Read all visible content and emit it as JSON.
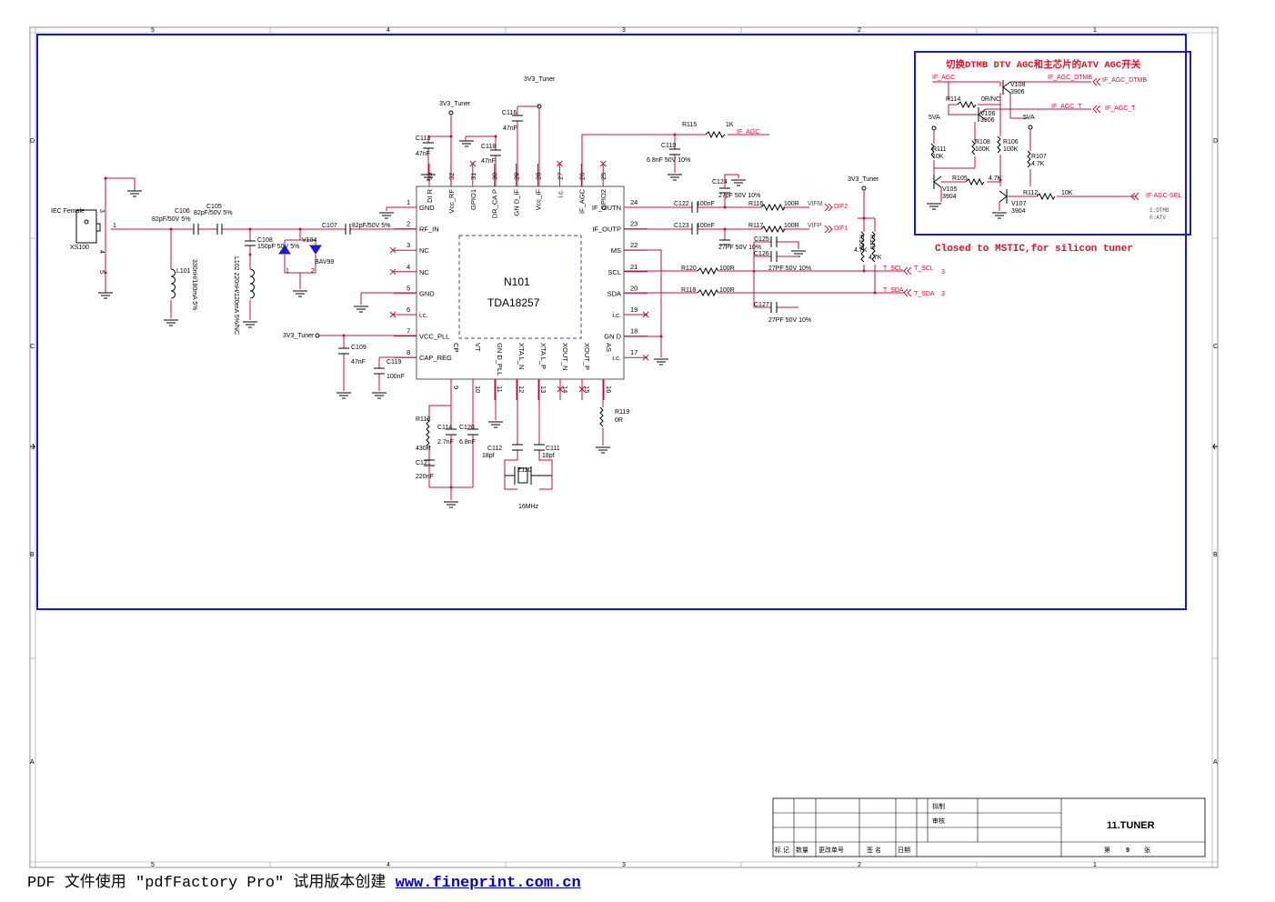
{
  "ruler": {
    "top": [
      "5",
      "4",
      "3",
      "2",
      "1"
    ],
    "side": [
      "D",
      "C",
      "B",
      "A"
    ]
  },
  "chip": {
    "ref": "N101",
    "part": "TDA18257",
    "left_pins": [
      {
        "num": "1",
        "name": "GND"
      },
      {
        "num": "2",
        "name": "RF_IN"
      },
      {
        "num": "3",
        "name": "NC"
      },
      {
        "num": "4",
        "name": "NC"
      },
      {
        "num": "5",
        "name": "GND"
      },
      {
        "num": "6",
        "name": "i.c."
      },
      {
        "num": "7",
        "name": "VCC_PLL"
      },
      {
        "num": "8",
        "name": "CAP_REG"
      }
    ],
    "right_pins": [
      {
        "num": "24",
        "name": "IF_OUTN"
      },
      {
        "num": "23",
        "name": "IF_OUTP"
      },
      {
        "num": "22",
        "name": "MS"
      },
      {
        "num": "21",
        "name": "SCL"
      },
      {
        "num": "20",
        "name": "SDA"
      },
      {
        "num": "19",
        "name": "i.c."
      },
      {
        "num": "18",
        "name": "GN D"
      },
      {
        "num": "17",
        "name": "i.c."
      }
    ],
    "top_pins": [
      {
        "num": "33",
        "name": "DI R"
      },
      {
        "num": "32",
        "name": "Vcc_RF"
      },
      {
        "num": "31",
        "name": "GPIO1"
      },
      {
        "num": "30",
        "name": "DR_CA P"
      },
      {
        "num": "29",
        "name": "GN D_IF"
      },
      {
        "num": "28",
        "name": "Vcc_IF"
      },
      {
        "num": "27",
        "name": "i.c."
      },
      {
        "num": "26",
        "name": "IF_AGC"
      },
      {
        "num": "25",
        "name": "GPIO2"
      }
    ],
    "bottom_pins": [
      {
        "num": "9",
        "name": "CP"
      },
      {
        "num": "10",
        "name": "VT"
      },
      {
        "num": "11",
        "name": "GN D_PLL"
      },
      {
        "num": "12",
        "name": "XTA L_N"
      },
      {
        "num": "13",
        "name": "XTA L_P"
      },
      {
        "num": "14",
        "name": "XOUT_N"
      },
      {
        "num": "15",
        "name": "XOUT_P"
      },
      {
        "num": "16",
        "name": "AS"
      }
    ]
  },
  "labels": {
    "iec": "IEC Female",
    "xs100": "XS100",
    "c106": "C106",
    "c106v": "82pF/50V 5%",
    "c105": "C105",
    "c105v": "82pF/50V 5%",
    "c107": "C107",
    "c107v": "82pF/50V 5%",
    "c108": "C108",
    "c108v": "150pF 50V 5%",
    "v104": "V104",
    "bav99": "BAV99",
    "l101": "330nH/180mA 5%",
    "l102": "L102 220nH/120mA 5%/NC",
    "vtuner": "3V3_Tuner",
    "c113": "C113",
    "c113v": "47nF",
    "c116": "C116",
    "c116v": "47nF",
    "c118": "C118",
    "c118v": "47nF",
    "c110": "C110",
    "c110v": "6.8nF 50V 10%",
    "r115": "R115",
    "r115v": "1K",
    "ifagc_net": "IF_AGC",
    "c124": "C124",
    "c124v": "27pF 50V 10%",
    "c122": "C122",
    "c122v": "100nF",
    "r116": "R116",
    "r116v": "100R",
    "vifm": "VIFM",
    "dif2": "DIF2",
    "c123": "C123",
    "c123v": "100nF",
    "r117": "R117",
    "r117v": "100R",
    "vifp": "VIFP",
    "dif1": "DIF1",
    "c125": "C125",
    "c125v": "27PF 50V 10%",
    "c126": "C126",
    "c126v": "27PF 50V 10%",
    "r109": "R109",
    "r109v": "4.7K",
    "r110": "R110",
    "r110v": "4.7K",
    "r120": "R120",
    "r120v": "100R",
    "tscl": "T_SCL",
    "r118": "R118",
    "r118v": "100R",
    "tsda": "T_SDA",
    "sheet3": "3",
    "c127": "C127",
    "c127v": "27PF 50V 10%",
    "c109": "C109",
    "c109v": "47nF",
    "c119": "C119",
    "c119v": "100nF",
    "r113": "R113",
    "r113v": "430R",
    "c114": "C114",
    "c114v": "2.7nF",
    "c120": "C120",
    "c120v": "6.8nF",
    "c121": "C121",
    "c121v": "220nF",
    "c112": "C112",
    "c112v": "18pf",
    "c111": "C111",
    "c111v": "18pf",
    "z110": "Z110",
    "xtal": "16MHz",
    "r119": "R119",
    "r119v": "0R"
  },
  "agc_box": {
    "title": "切换DTMB DTV AGC和主芯片的ATV AGC开关",
    "if_agc": "IF_AGC",
    "if_agc_dtmb": "IF_AGC_DTMB",
    "if_agc_t": "IF_AGC_T",
    "if_agc_sel": "IF-AGC-SEL",
    "v108": "V108",
    "v108p": "3906",
    "r114": "R114",
    "r114v": "0R/NC",
    "v106": "V106",
    "v106p": "3906",
    "va5": "5VA",
    "r111": "R111",
    "r111v": "10K",
    "r108": "R108",
    "r108v": "100K",
    "r106": "R106",
    "r106v": "100K",
    "r107": "R107",
    "r107v": "4.7K",
    "r105": "R105",
    "r105v": "4.7K",
    "v105": "V105",
    "v105p": "3904",
    "r112": "R112",
    "r112v": "10K",
    "v107": "V107",
    "v107p": "3904",
    "sel1": "1:DTMB",
    "sel0": "0:ATV"
  },
  "note": "Closed to MSTIC,for silicon tuner",
  "titleblock": {
    "draw": "拟制",
    "check": "审核",
    "title": "11.TUNER",
    "cols": [
      "标 记",
      "数量",
      "更改单号",
      "签 名",
      "日期"
    ],
    "page_prefix": "第",
    "page": "9",
    "page_suffix": "张"
  },
  "footer": {
    "text": "PDF 文件使用 \"pdfFactory Pro\" 试用版本创建 ",
    "link": "www.fineprint.com.cn"
  },
  "colors": {
    "wire": "#c0103a",
    "frame": "#1a1acc",
    "note": "#e0102a"
  }
}
